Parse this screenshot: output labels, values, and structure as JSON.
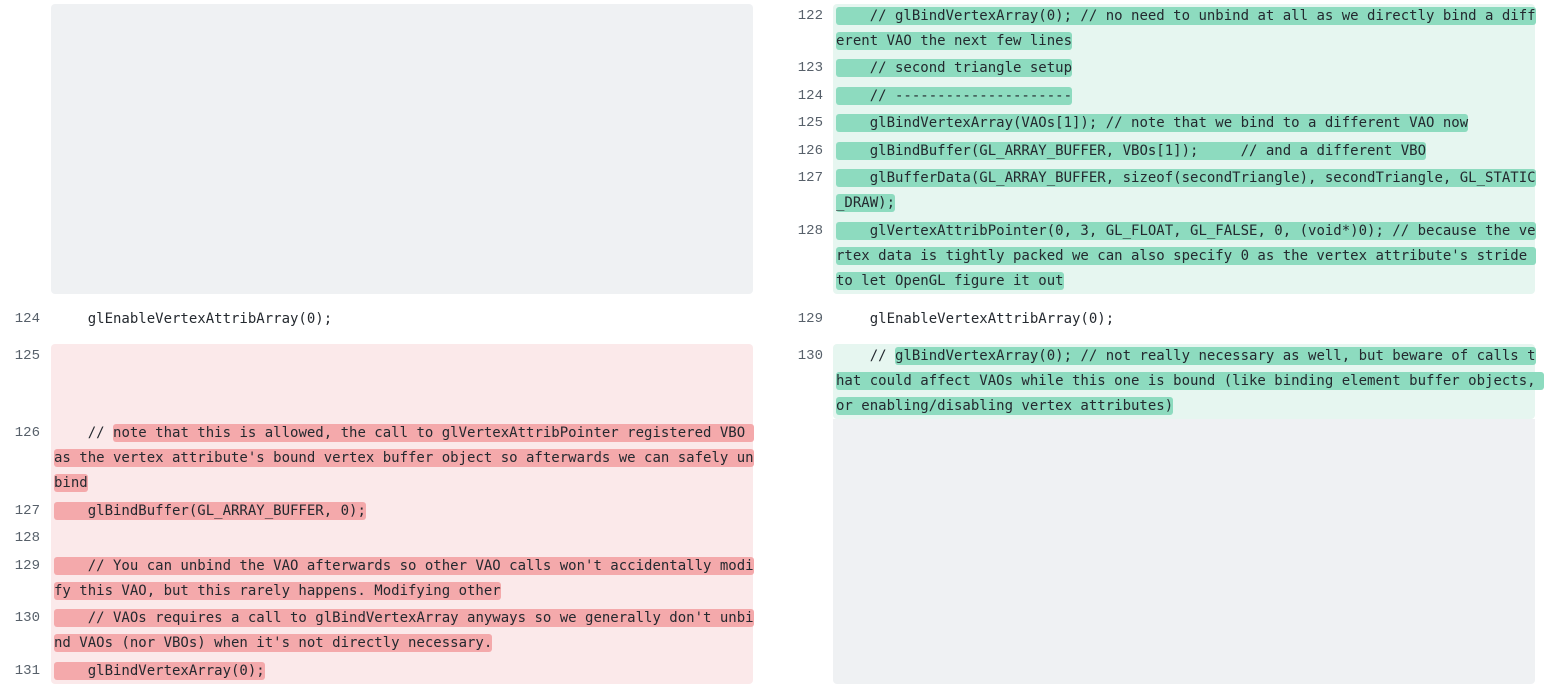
{
  "left": {
    "lines": [
      {
        "num": "124",
        "text": "    glEnableVertexAttribArray(0);"
      },
      {
        "num": "125",
        "text": ""
      },
      {
        "num": "126",
        "prefix": "    // ",
        "text": "note that this is allowed, the call to glVertexAttribPointer registered VBO as the vertex attribute's bound vertex buffer object so afterwards we can safely unbind"
      },
      {
        "num": "127",
        "text": "    glBindBuffer(GL_ARRAY_BUFFER, 0);"
      },
      {
        "num": "128",
        "text": ""
      },
      {
        "num": "129",
        "text": "    // You can unbind the VAO afterwards so other VAO calls won't accidentally modify this VAO, but this rarely happens. Modifying other"
      },
      {
        "num": "130",
        "text": "    // VAOs requires a call to glBindVertexArray anyways so we generally don't unbind VAOs (nor VBOs) when it's not directly necessary."
      },
      {
        "num": "131",
        "text": "    glBindVertexArray(0);"
      }
    ]
  },
  "right": {
    "lines": [
      {
        "num": "122",
        "text": "    // glBindVertexArray(0); // no need to unbind at all as we directly bind a different VAO the next few lines"
      },
      {
        "num": "123",
        "text": "    // second triangle setup"
      },
      {
        "num": "124",
        "text": "    // ---------------------"
      },
      {
        "num": "125",
        "text": "    glBindVertexArray(VAOs[1]); // note that we bind to a different VAO now"
      },
      {
        "num": "126",
        "text": "    glBindBuffer(GL_ARRAY_BUFFER, VBOs[1]);     // and a different VBO"
      },
      {
        "num": "127",
        "text": "    glBufferData(GL_ARRAY_BUFFER, sizeof(secondTriangle), secondTriangle, GL_STATIC_DRAW);"
      },
      {
        "num": "128",
        "text": "    glVertexAttribPointer(0, 3, GL_FLOAT, GL_FALSE, 0, (void*)0); // because the vertex data is tightly packed we can also specify 0 as the vertex attribute's stride to let OpenGL figure it out"
      },
      {
        "num": "129",
        "text": "    glEnableVertexAttribArray(0);"
      },
      {
        "num": "130",
        "prefix": "    // ",
        "text": "glBindVertexArray(0); // not really necessary as well, but beware of calls that could affect VAOs while this one is bound (like binding element buffer objects, or enabling/disabling vertex attributes)"
      }
    ]
  },
  "colors": {
    "deleted_bg": "#fbe9ea",
    "deleted_highlight": "#f4a9ab",
    "added_bg": "#e6f6f0",
    "added_highlight": "#8ddbbf",
    "empty_bg": "#eff1f3"
  }
}
